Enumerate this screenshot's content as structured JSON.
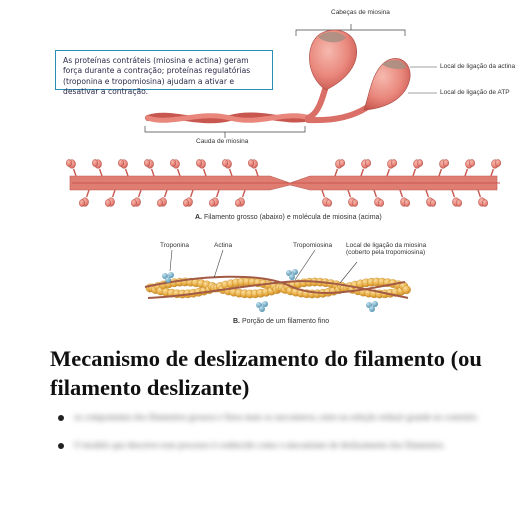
{
  "figure": {
    "callout_text": "As proteínas contráteis (miosina e actina) geram força durante a contração; proteínas regulatórias (troponina e tropomiosina) ajudam a ativar e desativar a contração.",
    "labels": {
      "myosin_heads": "Cabeças de miosina",
      "actin_binding_site": "Local de ligação da actina",
      "atp_binding_site": "Local de ligação de ATP",
      "myosin_tail": "Cauda de miosina",
      "troponin": "Troponina",
      "actin": "Actina",
      "tropomyosin": "Tropomiosina",
      "myosin_binding_site_line1": "Local de ligação da miosina",
      "myosin_binding_site_line2": "(coberto pela tropomiosina)"
    },
    "caption_a_letter": "A.",
    "caption_a_text": "Filamento grosso (abaixo) e molécula de miosina (acima)",
    "caption_b_letter": "B.",
    "caption_b_text": "Porção de um filamento fino",
    "colors": {
      "myosin": "#e9877c",
      "myosin_dark": "#c8574f",
      "actin": "#e8ae45",
      "tropomyosin": "#b86b52",
      "troponin": "#6fa8c4",
      "callout_border": "#2a8fb5"
    }
  },
  "section": {
    "heading": "Mecanismo de deslizamento do filamento (ou filamento deslizante)",
    "bullets": [
      "os componentes dos filamentos grossos e finos mais os sarcomeros, estes na seleção reduzir grande no contrário",
      "O modelo que descreve esse processo é conhecido como o mecanismo de deslizamento dos filamentos."
    ]
  }
}
